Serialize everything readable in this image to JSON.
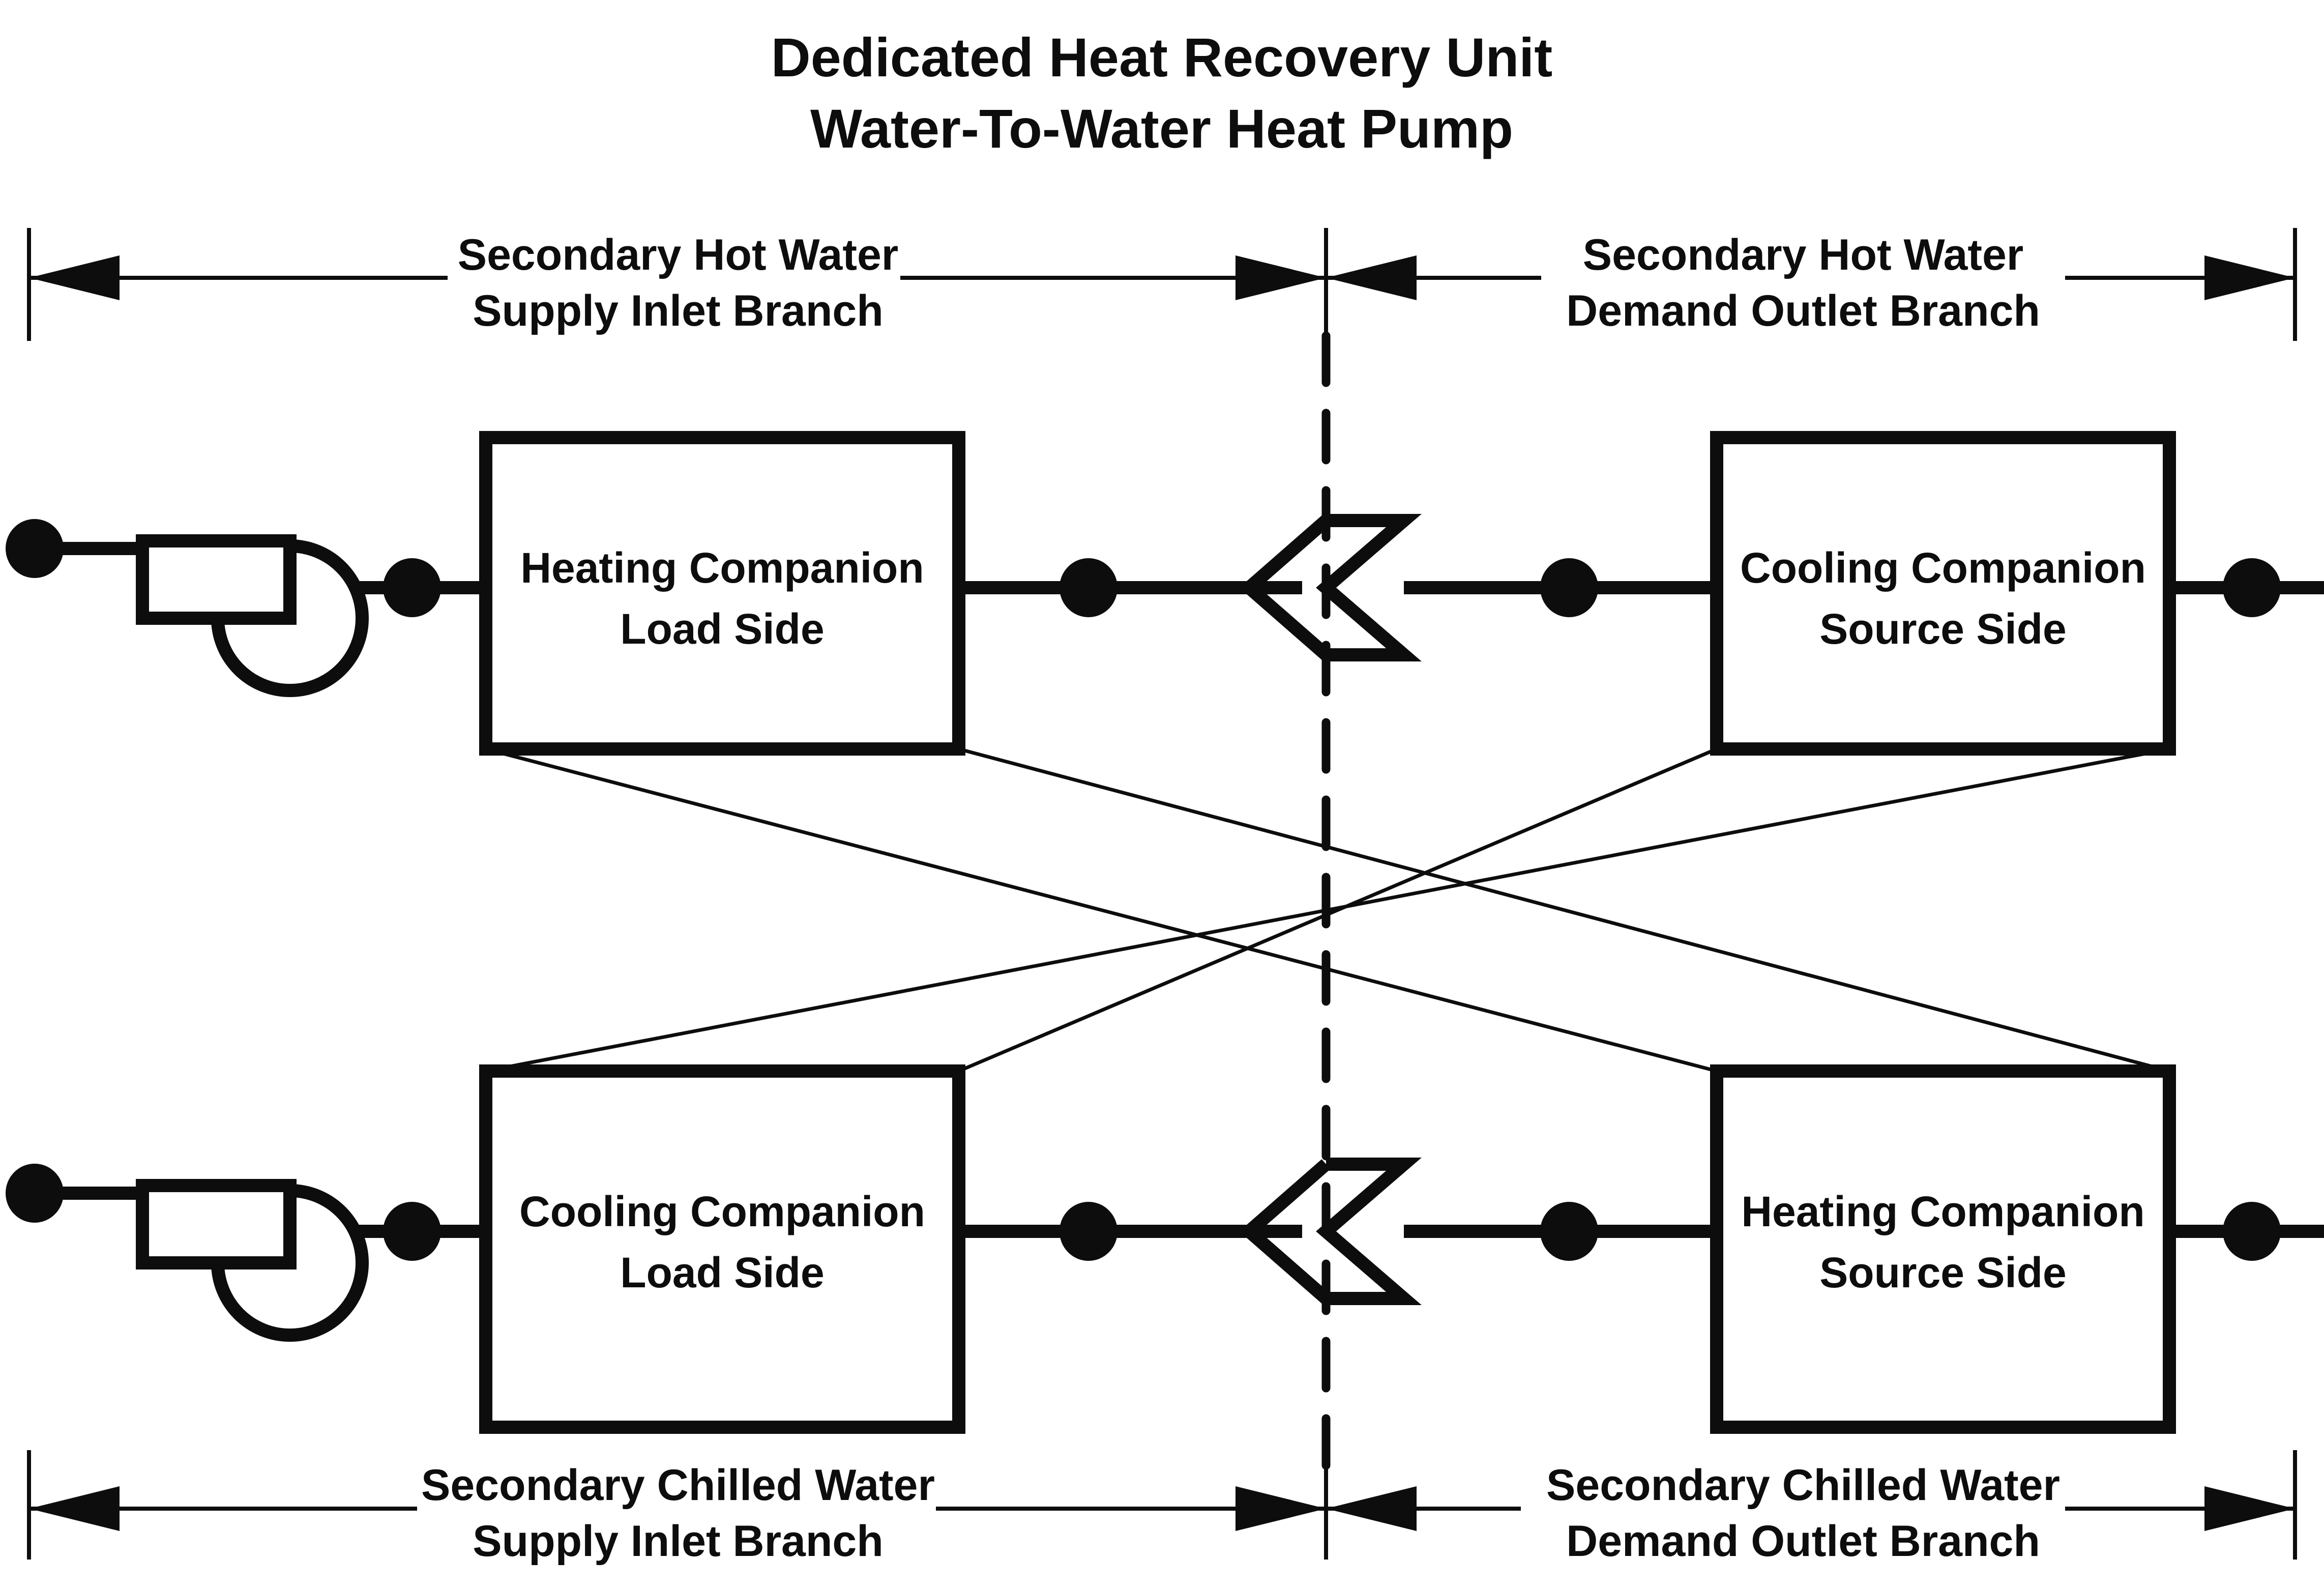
{
  "title": {
    "line1": "Dedicated Heat Recovery Unit",
    "line2": "Water-To-Water Heat Pump"
  },
  "branch_labels": {
    "top_left": {
      "line1": "Secondary Hot Water",
      "line2": "Supply Inlet Branch"
    },
    "top_right": {
      "line1": "Secondary Hot Water",
      "line2": "Demand Outlet Branch"
    },
    "bottom_left": {
      "line1": "Secondary Chilled Water",
      "line2": "Supply Inlet Branch"
    },
    "bottom_right": {
      "line1": "Secondary Chilled Water",
      "line2": "Demand Outlet Branch"
    }
  },
  "boxes": {
    "top_left": {
      "line1": "Heating Companion",
      "line2": "Load Side"
    },
    "top_right": {
      "line1": "Cooling Companion",
      "line2": "Source Side"
    },
    "bottom_left": {
      "line1": "Cooling Companion",
      "line2": "Load Side"
    },
    "bottom_right": {
      "line1": "Heating Companion",
      "line2": "Source Side"
    }
  },
  "icons": {
    "pump": "pump-symbol",
    "node": "pipe-node-icon",
    "flow_arrow": "flow-direction-chevron-icon",
    "dimension_arrow": "dimension-arrowhead-icon",
    "separator": "unit-separator-dashed-line"
  },
  "colors": {
    "stroke": "#0d0d0d",
    "background": "#ffffff"
  }
}
